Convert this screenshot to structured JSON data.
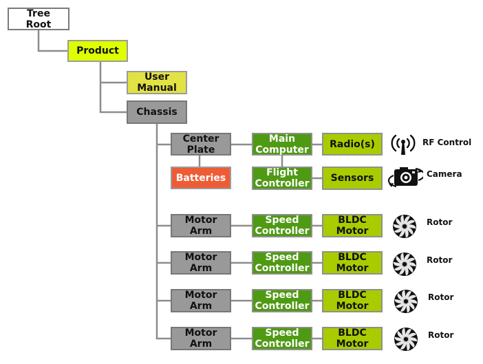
{
  "nodes": {
    "tree_root": "Tree\nRoot",
    "product": "Product",
    "user_manual": "User\nManual",
    "chassis": "Chassis",
    "center_plate": "Center\nPlate",
    "batteries": "Batteries",
    "main_computer": "Main\nComputer",
    "flight_controller": "Flight\nController",
    "radios": "Radio(s)",
    "sensors": "Sensors"
  },
  "arms": [
    {
      "arm": "Motor\nArm",
      "esc": "Speed\nController",
      "motor": "BLDC\nMotor",
      "label": "Rotor"
    },
    {
      "arm": "Motor\nArm",
      "esc": "Speed\nController",
      "motor": "BLDC\nMotor",
      "label": "Rotor"
    },
    {
      "arm": "Motor\nArm",
      "esc": "Speed\nController",
      "motor": "BLDC\nMotor",
      "label": "Rotor"
    },
    {
      "arm": "Motor\nArm",
      "esc": "Speed\nController",
      "motor": "BLDC\nMotor",
      "label": "Rotor"
    }
  ],
  "side_labels": {
    "rf_control": "RF Control",
    "camera": "Camera"
  },
  "icons": {
    "radio": "radio-antenna-icon",
    "camera": "camera-icon",
    "rotor": "rotor-icon"
  },
  "colors": {
    "product": "#ddff00",
    "user_manual": "#e2e244",
    "structure": "#999999",
    "batteries": "#ee5c36",
    "compute": "#4f9a13",
    "peripheral": "#a8cc00",
    "wire": "#8c8c8c"
  }
}
